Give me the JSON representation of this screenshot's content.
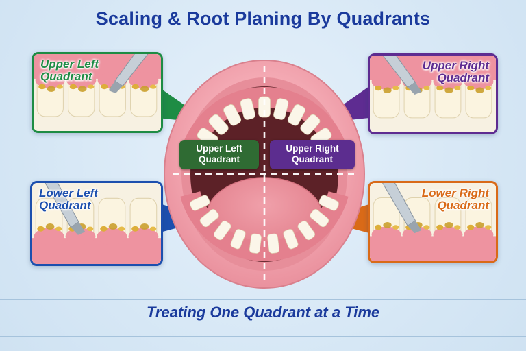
{
  "title": "Scaling & Root Planing By Quadrants",
  "caption": "Treating One Quadrant at a Time",
  "panels": {
    "upper_left": {
      "label": "Upper Left Quadrant"
    },
    "upper_right": {
      "label": "Upper Right Quadrant"
    },
    "lower_left": {
      "label": "Lower Left Quadrant"
    },
    "lower_right": {
      "label": "Lower Right Quadrant"
    }
  },
  "mouth_labels": {
    "upper_left": "Upper Left Quadrant",
    "upper_right": "Upper Right Quadrant"
  },
  "colors": {
    "background": "#d8e8f6",
    "title-text": "#1a3a9c",
    "caption-text": "#1a3a9c",
    "upper-left-accent": "#1e8c44",
    "upper-right-accent": "#5e2c91",
    "lower-left-accent": "#1c4fae",
    "lower-right-accent": "#d96a18",
    "mouth-label-upper-left-bg": "#2f6b33",
    "mouth-label-upper-right-bg": "#5c2d8f",
    "divider": "#a6c3dc",
    "lips": "#f09da8",
    "tongue": "#e98b96",
    "teeth": "#fbf6e9",
    "tartar": "#ddae39"
  }
}
